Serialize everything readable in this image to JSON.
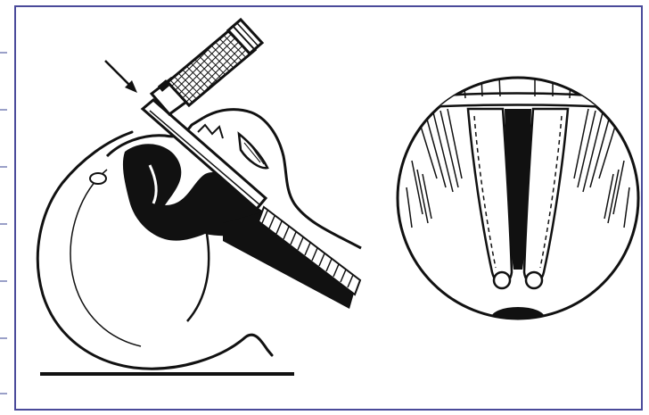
{
  "figure": {
    "panels": [
      {
        "name": "laryngoscopy-side-view",
        "parts": [
          "laryngoscope-handle",
          "laryngoscope-blade",
          "pointer-arrow",
          "head-outline",
          "airway-cavity",
          "trachea",
          "table-line"
        ]
      },
      {
        "name": "glottis-view",
        "parts": [
          "viewing-circle",
          "epiglottis",
          "vocal-cord-left",
          "vocal-cord-right",
          "glottic-opening"
        ]
      }
    ],
    "colors": {
      "ink": "#111111",
      "border": "#4a4a9a",
      "paper": "#ffffff"
    }
  }
}
